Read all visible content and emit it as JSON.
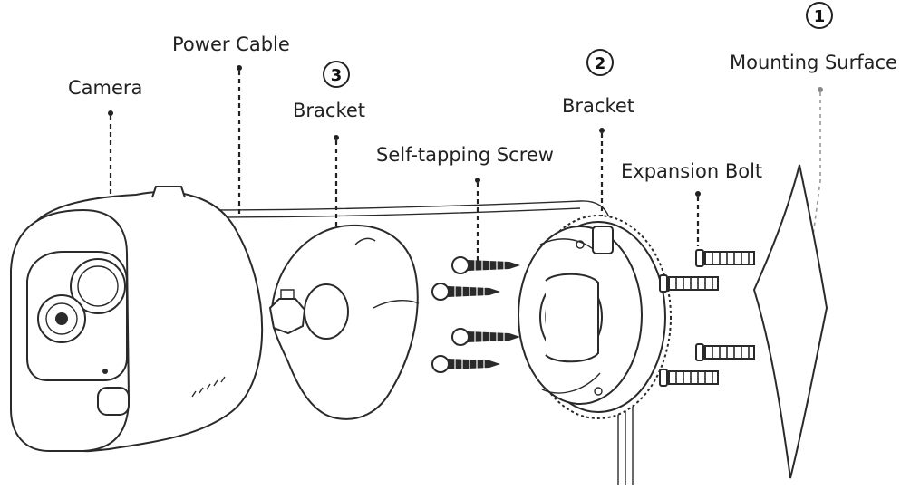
{
  "labels": {
    "camera": "Camera",
    "power_cable": "Power Cable",
    "bracket_3": "Bracket",
    "bracket_2": "Bracket",
    "self_tapping_screw": "Self-tapping Screw",
    "expansion_bolt": "Expansion Bolt",
    "mounting_surface": "Mounting Surface"
  },
  "steps": {
    "step1": "1",
    "step2": "2",
    "step3": "3"
  }
}
